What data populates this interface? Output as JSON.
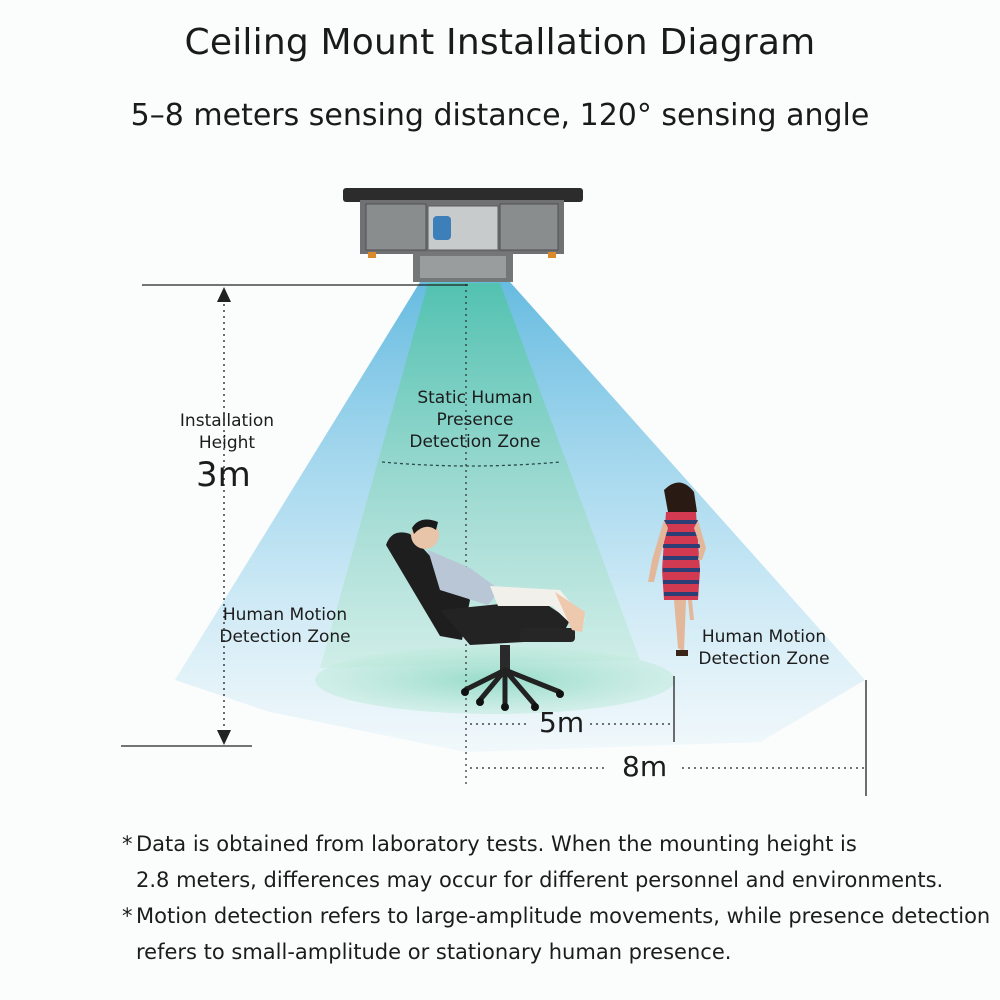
{
  "title": "Ceiling Mount Installation Diagram",
  "subtitle": "5–8 meters sensing distance, 120° sensing angle",
  "labels": {
    "installation_height": "Installation Height",
    "height_value": "3m",
    "static_zone": [
      "Static Human",
      "Presence",
      "Detection Zone"
    ],
    "motion_zone_left": [
      "Human Motion",
      "Detection Zone"
    ],
    "motion_zone_right": [
      "Human Motion",
      "Detection Zone"
    ],
    "distance_inner": "5m",
    "distance_outer": "8m"
  },
  "notes": [
    {
      "star": "*",
      "lines": [
        "Data is obtained from laboratory tests. When the mounting height is",
        "2.8 meters, differences may occur for different personnel and environments."
      ]
    },
    {
      "star": "*",
      "lines": [
        "Motion detection refers to large-amplitude movements, while presence detection",
        "refers to small-amplitude or stationary human presence."
      ]
    }
  ],
  "colors": {
    "outer_cone": "#7cc6e6",
    "inner_cone": "#66c7b5",
    "text": "#1c1c1c"
  }
}
